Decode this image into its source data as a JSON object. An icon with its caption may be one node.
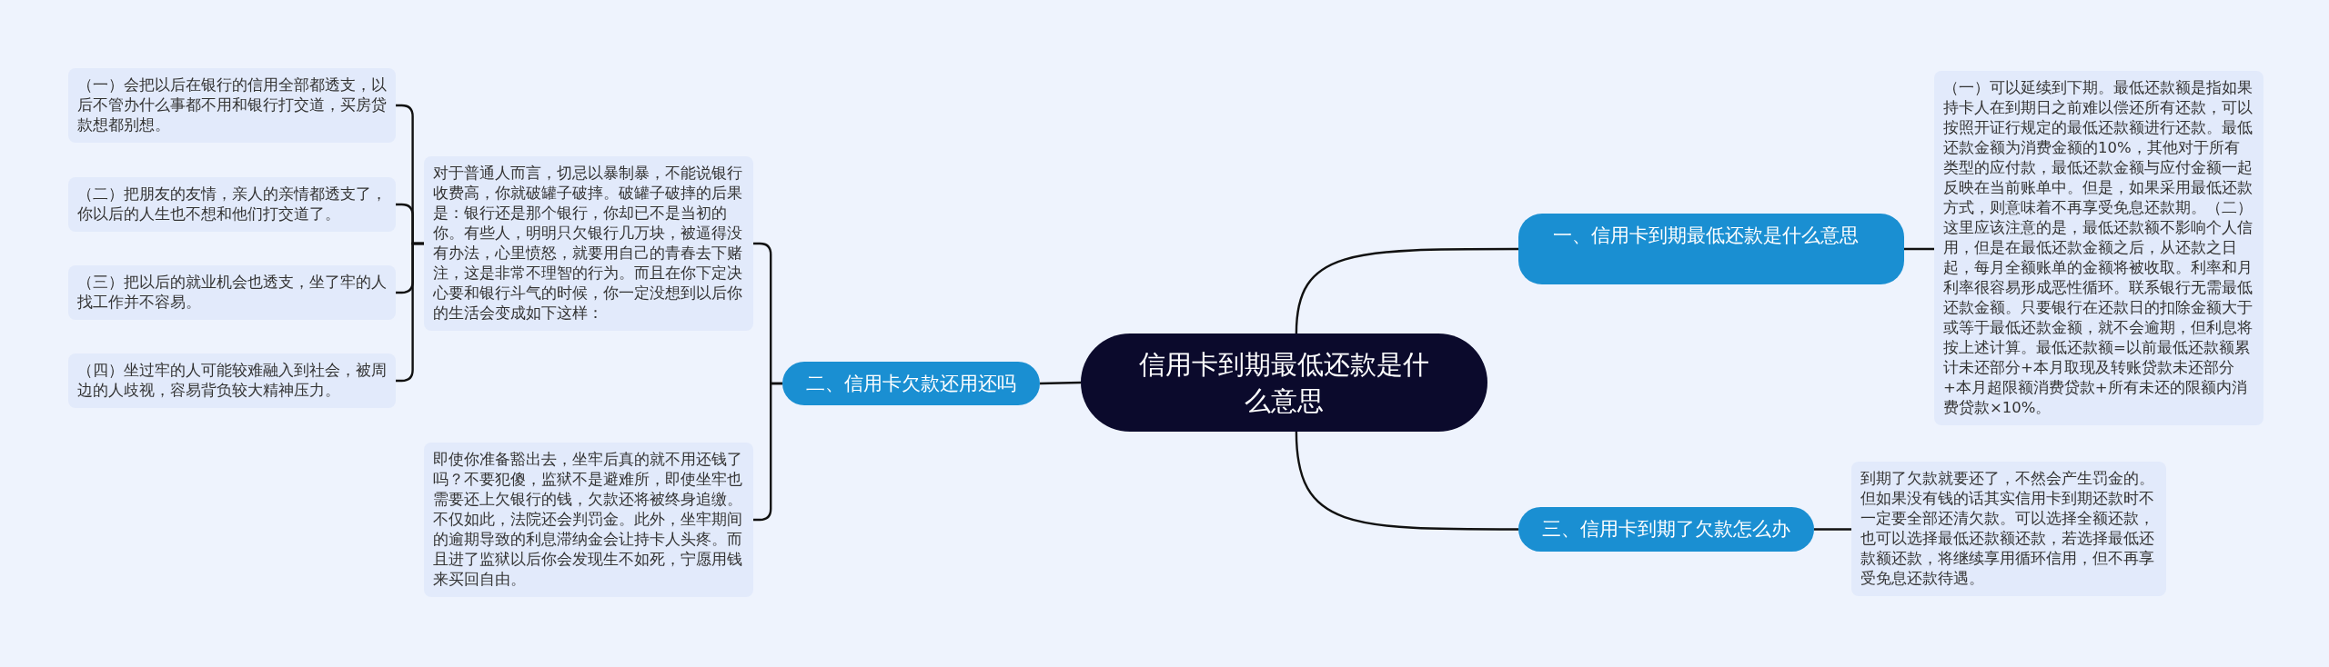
{
  "diagram": {
    "nodes": [
      {
        "text": [
          "信用卡到期最低还款是什么意思"
        ]
      },
      {
        "text": [
          "一、信用卡到期最低还款是什么意思"
        ]
      },
      {
        "text": [
          "（一）可以延续到下期。最低还款额是指如果持卡人在到期日之前难以偿还所有还款，可以按照开证行规定的最低还款额进行还款。最低还款金额为消费金额的10%，其他对于所有类型的应付款，最低还款金额与应付金额一起反映在当前账单中。但是，如果采用最低还款方式，则意味着不再享受免息还款期。（二）这里应该注意的是，最低还款额不影响个人信用，但是在最低还款金额之后，从还款之日起，每月全额账单的金额将被收取。利率和月利率很容易形成恶性循环。联系银行无需最低还款金额。只要银行在还款日的扣除金额大于或等于最低还款金额，就不会逾期，但利息将按上述计算。最低还款额=以前最低还款额累计未还部分+本月取现及转账贷款未还部分+本月超限额消费贷款+所有未还的限额内消费贷款×10%。"
        ]
      },
      {
        "text": [
          "二、信用卡欠款还用还吗"
        ]
      },
      {
        "text": [
          "对于普通人而言，切忌以暴制暴，不能说银行收费高，你就破罐子破摔。破罐子破摔的后果是：银行还是那个银行，你却已不是当初的你。有些人，明明只欠银行几万块，被逼得没有办法，心里愤怒，就要用自己的青春去下赌注，这是非常不理智的行为。而且在你下定决心要和银行斗气的时候，你一定没想到以后你的生活会变成如下这样："
        ]
      },
      {
        "text": [
          "即使你准备豁出去，坐牢后真的就不用还钱了吗？不要犯傻，监狱不是避难所，即使坐牢也需要还上欠银行的钱，欠款还将被终身追缴。不仅如此，法院还会判罚金。此外，坐牢期间的逾期导致的利息滞纳金会让持卡人头疼。而且进了监狱以后你会发现生不如死，宁愿用钱来买回自由。"
        ]
      },
      {
        "text": [
          "（一）会把以后在银行的信用全部都透支，以后不管办什么事都不用和银行打交道，买房贷款想都别想。"
        ]
      },
      {
        "text": [
          "（二）把朋友的友情，亲人的亲情都透支了，你以后的人生也不想和他们打交道了。"
        ]
      },
      {
        "text": [
          "（三）把以后的就业机会也透支，坐了牢的人找工作并不容易。"
        ]
      },
      {
        "text": [
          "（四）坐过牢的人可能较难融入到社会，被周边的人歧视，容易背负较大精神压力。"
        ]
      },
      {
        "text": [
          "三、信用卡到期了欠款怎么办"
        ]
      },
      {
        "text": [
          "到期了欠款就要还了，不然会产生罚金的。但如果没有钱的话其实信用卡到期还款时不一定要全部还清欠款。可以选择全额还款，也可以选择最低还款额还款，若选择最低还款额还款，将继续享用循环信用，但不再享受免息还款待遇。"
        ]
      }
    ],
    "edges": [
      {
        "from": 0,
        "to": 1,
        "arrow": "none"
      },
      {
        "from": 1,
        "to": 2,
        "arrow": "none"
      },
      {
        "from": 0,
        "to": 3,
        "arrow": "none"
      },
      {
        "from": 3,
        "to": 4,
        "arrow": "none"
      },
      {
        "from": 3,
        "to": 5,
        "arrow": "none"
      },
      {
        "from": 4,
        "to": 6,
        "arrow": "none"
      },
      {
        "from": 4,
        "to": 7,
        "arrow": "none"
      },
      {
        "from": 4,
        "to": 8,
        "arrow": "none"
      },
      {
        "from": 4,
        "to": 9,
        "arrow": "none"
      },
      {
        "from": 0,
        "to": 10,
        "arrow": "none"
      },
      {
        "from": 10,
        "to": 11,
        "arrow": "none"
      }
    ]
  }
}
